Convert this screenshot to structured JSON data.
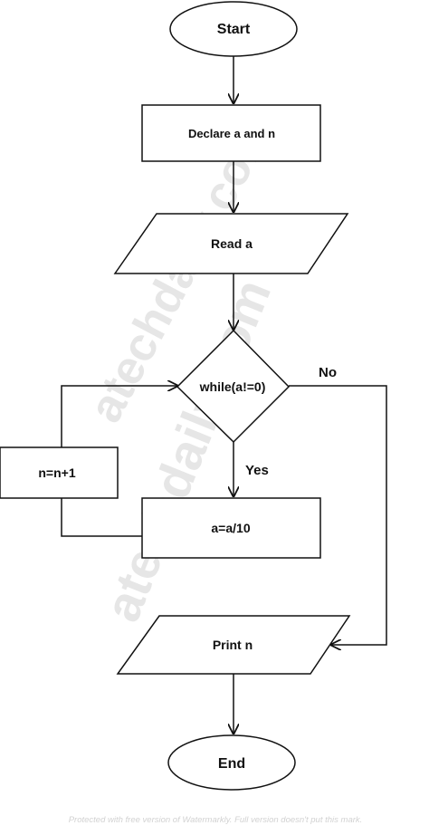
{
  "flowchart": {
    "nodes": {
      "start": "Start",
      "declare": "Declare a and n",
      "read": "Read a",
      "while": "while(a!=0)",
      "increment": "n=n+1",
      "divide": "a=a/10",
      "print": "Print n",
      "end": "End"
    },
    "edges": {
      "no_label": "No",
      "yes_label": "Yes"
    }
  },
  "watermarks": {
    "large_1": "atechdaily.com",
    "large_2": "atechdaily.com",
    "footer": "Protected with free version of Watermarkly. Full version doesn't put this mark."
  },
  "colors": {
    "stroke": "#111111",
    "fill": "#ffffff",
    "watermark": "#e6e6e6"
  }
}
